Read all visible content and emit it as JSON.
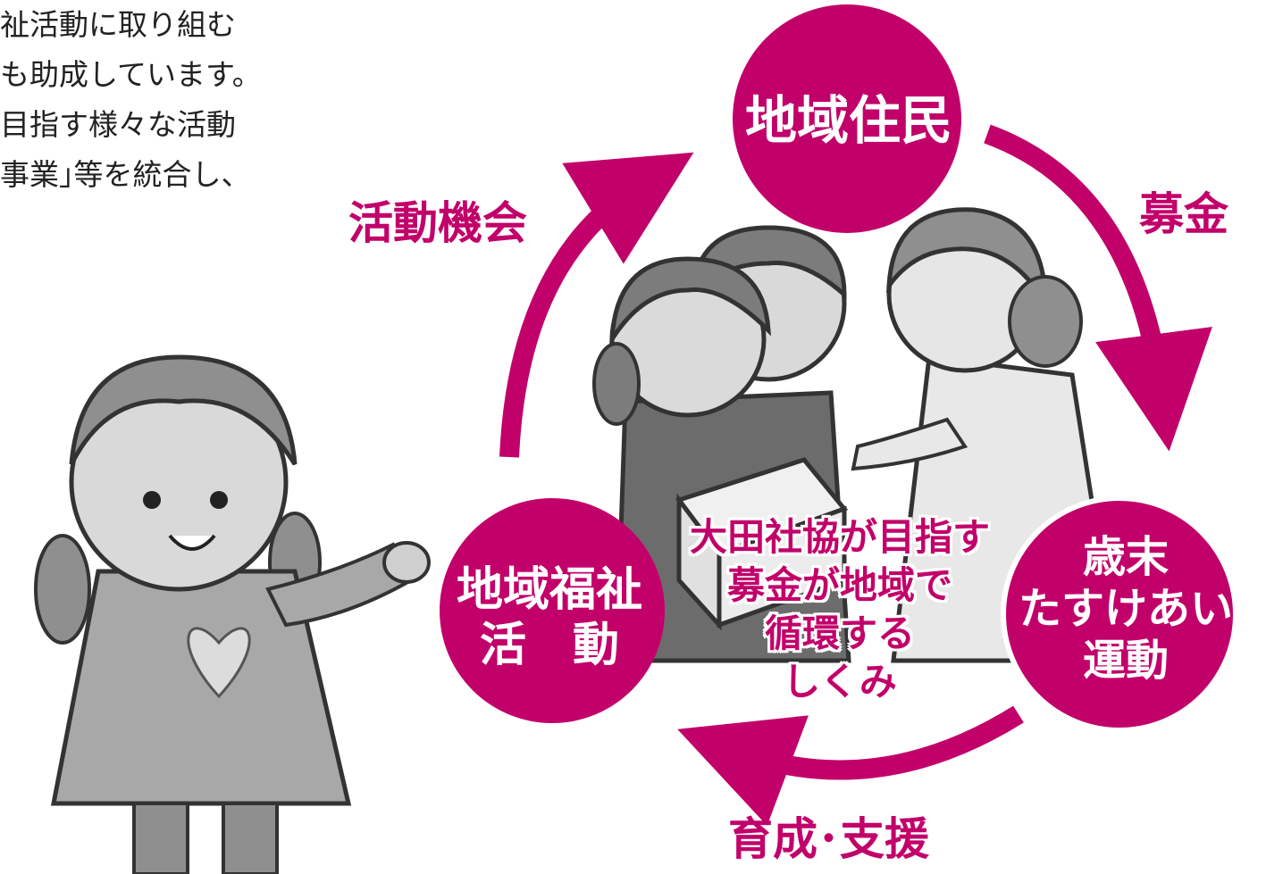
{
  "intro_text": [
    "祉活動に取り組む",
    "も助成しています。",
    "目指す様々な活動",
    "事業｣等を統合し、"
  ],
  "nodes": {
    "top": "地域住民",
    "left_line1": "地域福祉",
    "left_line2": "活　動",
    "right_line1": "歳末",
    "right_line2": "たすけあい",
    "right_line3": "運動"
  },
  "edges": {
    "activity": "活動機会",
    "donation": "募金",
    "support": "育成･支援"
  },
  "center": [
    "大田社協が目指す",
    "募金が地域で",
    "循環する",
    "しくみ"
  ],
  "colors": {
    "accent": "#c2006a",
    "illustration": "#9a9a9a"
  }
}
